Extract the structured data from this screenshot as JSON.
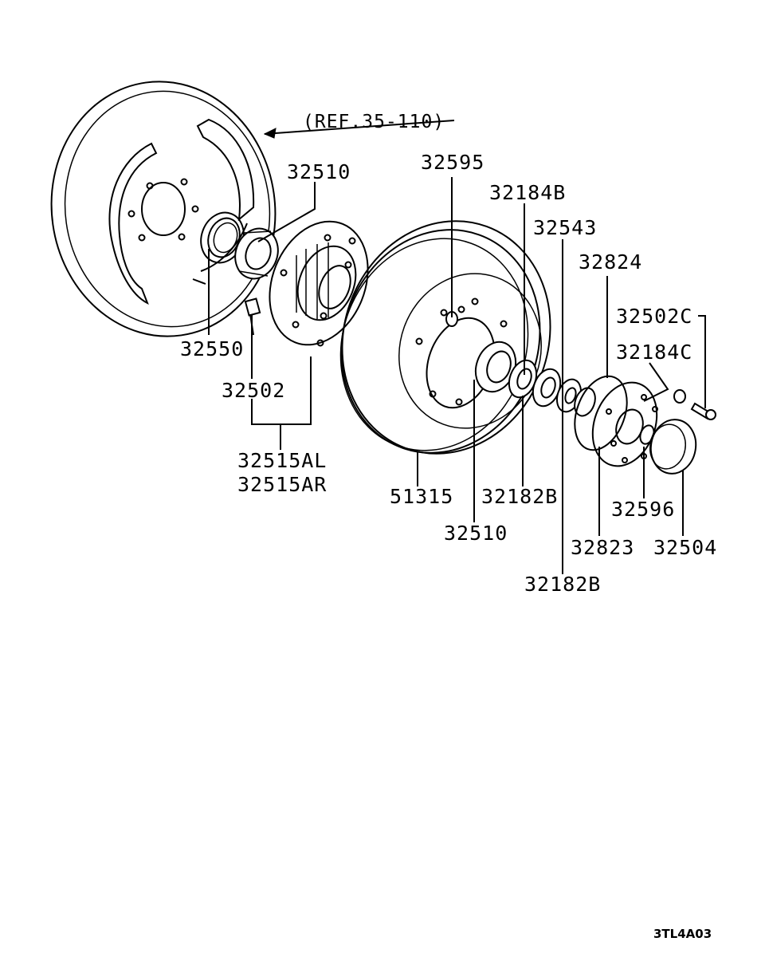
{
  "reference": "(REF.35-110)",
  "drawing_code": "3TL4A03",
  "callouts": {
    "c32510_top": "32510",
    "c32550": "32550",
    "c32502": "32502",
    "c32515AL": "32515AL",
    "c32515AR": "32515AR",
    "c32595": "32595",
    "c51315": "51315",
    "c32510_bottom": "32510",
    "c32184B": "32184B",
    "c32543": "32543",
    "c32182B_a": "32182B",
    "c32182B_b": "32182B",
    "c32824": "32824",
    "c32502C": "32502C",
    "c32184C": "32184C",
    "c32823": "32823",
    "c32596": "32596",
    "c32504": "32504"
  }
}
